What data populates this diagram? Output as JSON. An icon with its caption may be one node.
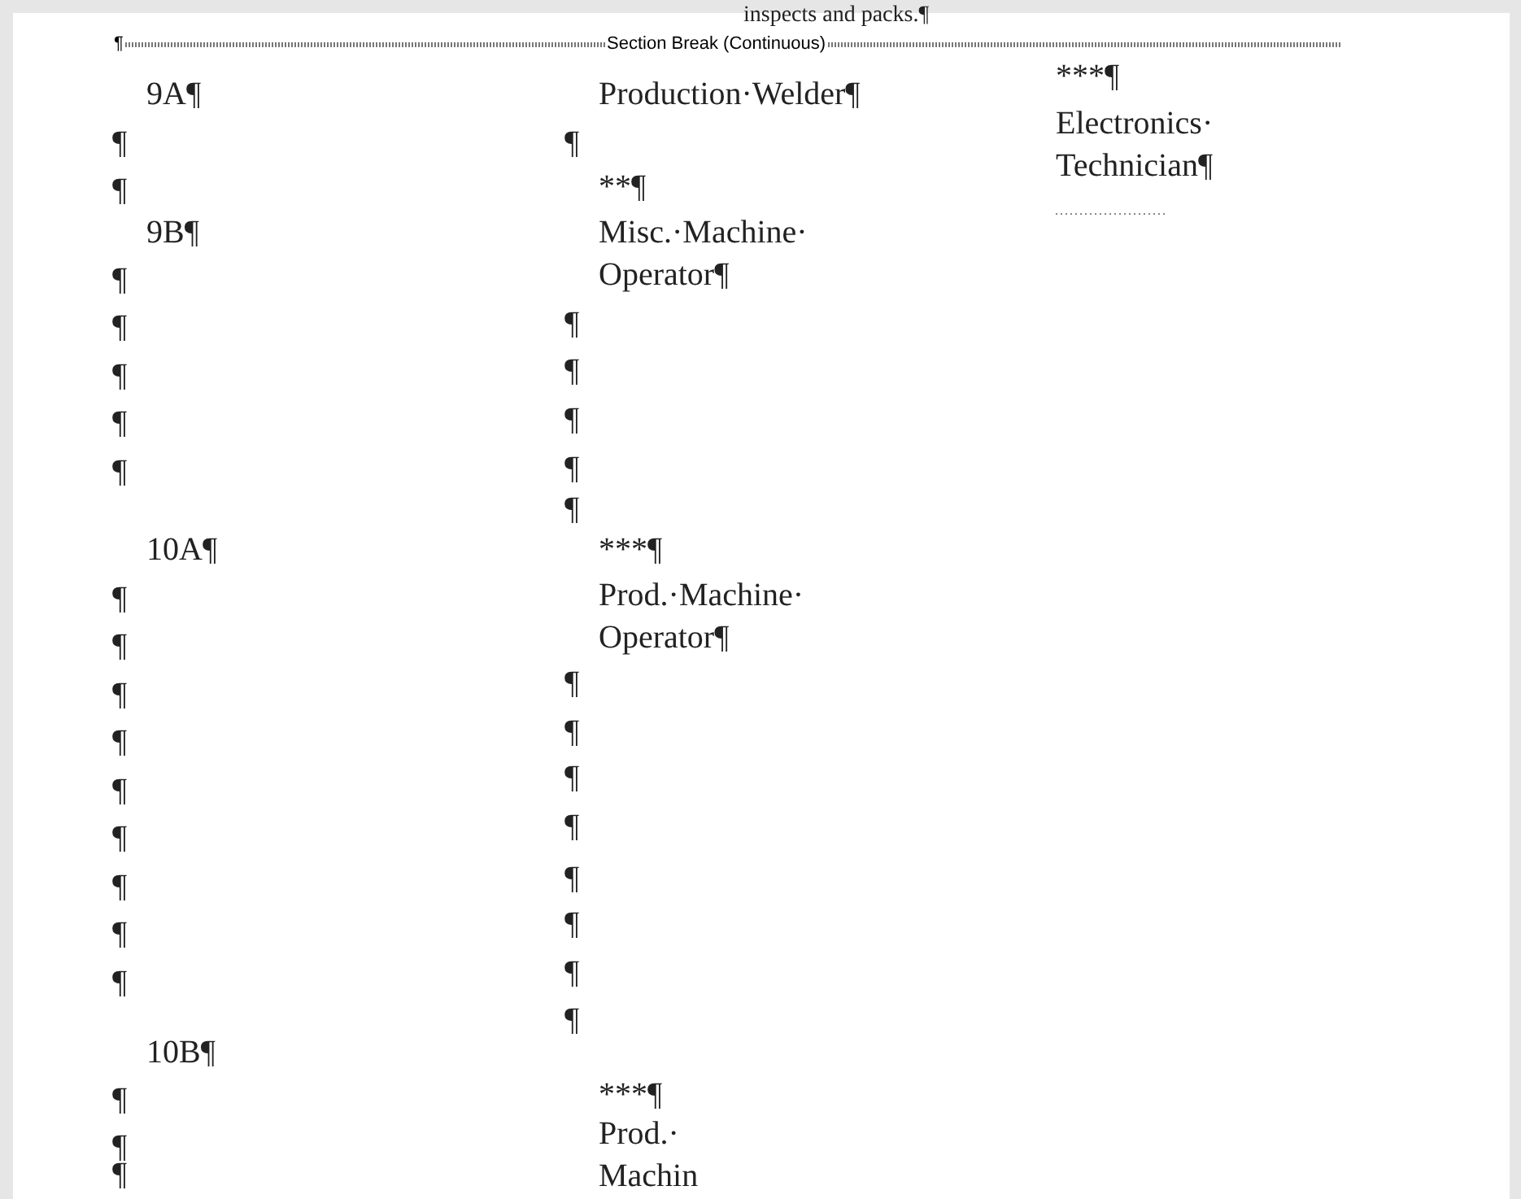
{
  "diagram": {
    "labels": [
      "inspects and packs.¶",
      "¶",
      "Section Break (Continuous)",
      "***¶",
      "9A¶",
      "Production·Welder¶",
      "Electronics· Technician¶",
      "¶",
      "¶",
      "**¶",
      "¶",
      "9B¶",
      "Misc.·Machine· Operator¶",
      "¶",
      "¶",
      "¶",
      "¶",
      "¶",
      "¶",
      "¶",
      "¶",
      "¶",
      "¶",
      "10A¶",
      "***¶",
      "¶",
      "Prod.·Machine· Operator¶",
      "¶",
      "¶",
      "¶",
      "¶",
      "¶",
      "¶",
      "¶",
      "¶",
      "¶",
      "¶",
      "¶",
      "¶",
      "¶",
      "¶",
      "¶",
      "¶",
      "10B¶",
      "¶",
      "***¶",
      "¶",
      "Prod.· Machin",
      "¶"
    ]
  }
}
